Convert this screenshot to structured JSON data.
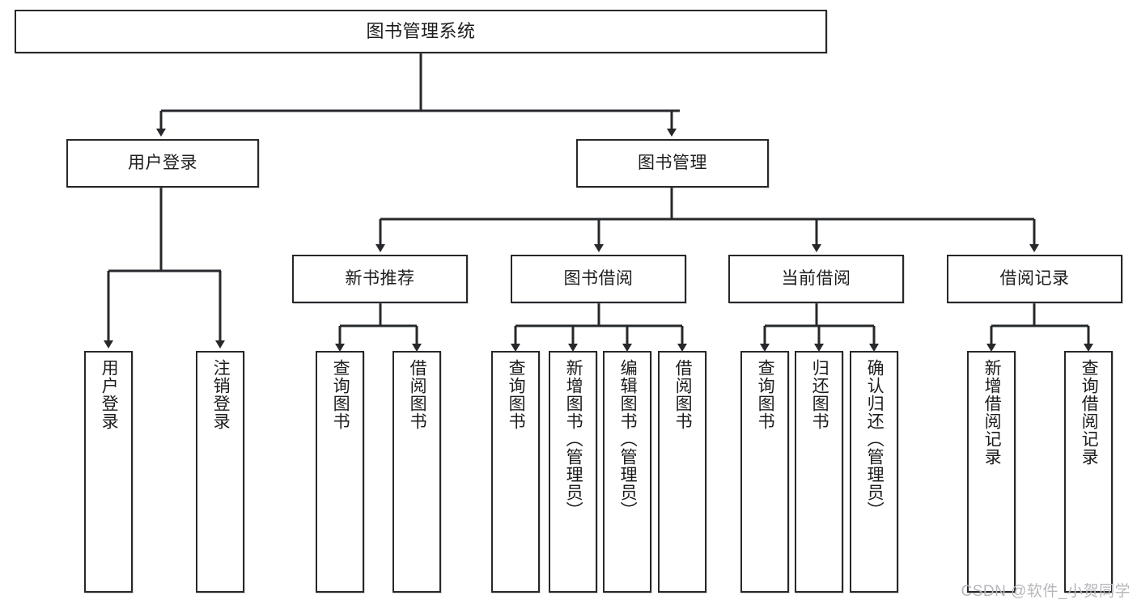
{
  "diagram": {
    "title": "图书管理系统",
    "watermark": "CSDN @软件_小贺同学",
    "line_color": "#26282b",
    "box_fill": "#ffffff",
    "text_color": "#1c1c1e",
    "nodes": {
      "root": "图书管理系统",
      "level1": [
        "用户登录",
        "图书管理"
      ],
      "level2": [
        "新书推荐",
        "图书借阅",
        "当前借阅",
        "借阅记录"
      ],
      "leaves_user_login": [
        "用户登录",
        "注销登录"
      ],
      "leaves_new_book": [
        "查询图书",
        "借阅图书"
      ],
      "leaves_borrow": [
        "查询图书",
        "新增图书（管理员）",
        "编辑图书（管理员）",
        "借阅图书"
      ],
      "leaves_current": [
        "查询图书",
        "归还图书",
        "确认归还（管理员）"
      ],
      "leaves_record": [
        "新增借阅记录",
        "查询借阅记录"
      ]
    }
  }
}
